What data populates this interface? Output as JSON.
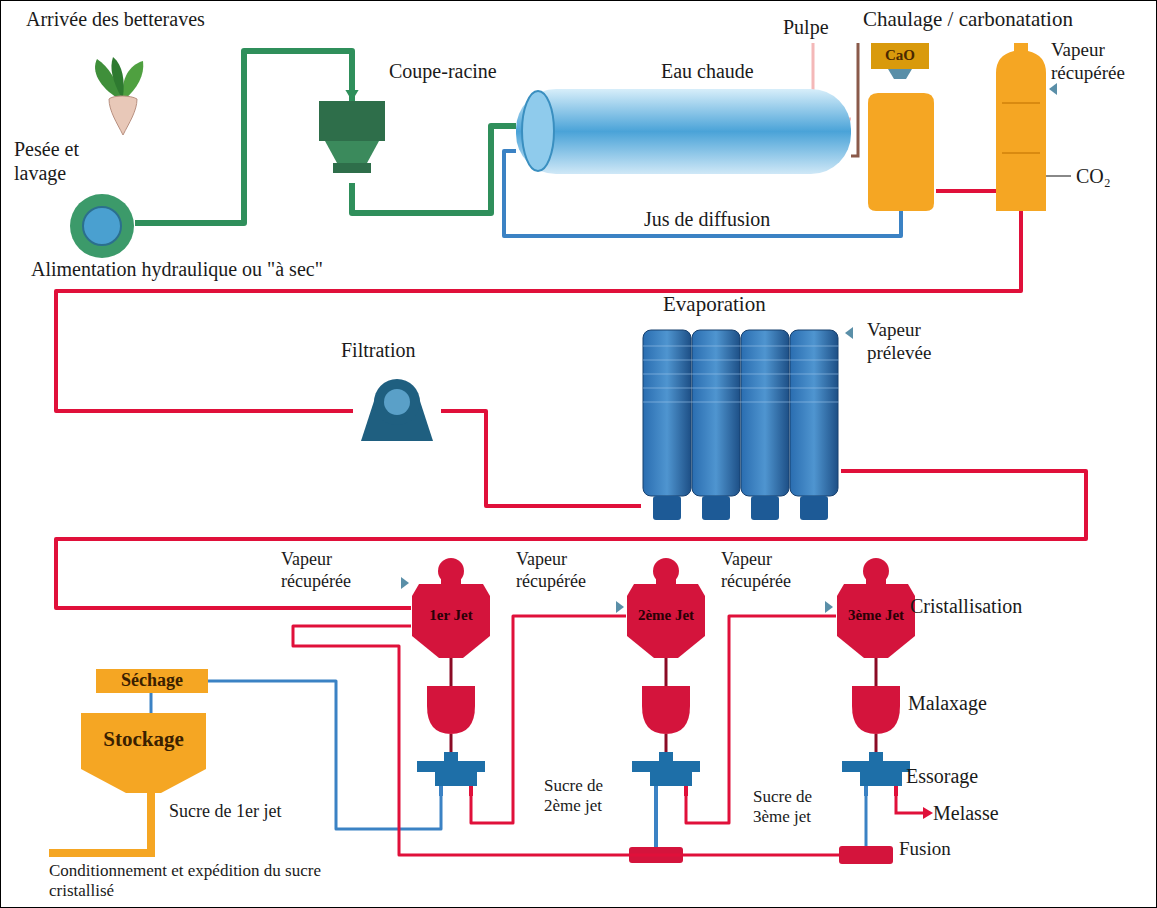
{
  "diagram": {
    "nodes": [
      {
        "text": [
          "Pesée et lavage"
        ]
      },
      {
        "text": [
          "Coupe-racine"
        ]
      },
      {
        "text": [
          "Eau chaude"
        ]
      },
      {
        "text": [
          "Chaulage / carbonatation",
          "CaO"
        ]
      },
      {
        "text": [
          "Vapeur récupérée"
        ]
      },
      {
        "text": [
          "Filtration"
        ]
      },
      {
        "text": [
          "Evaporation"
        ]
      },
      {
        "text": [
          "1er Jet"
        ]
      },
      {
        "text": [
          "2ème Jet",
          "Sucre de 2ème jet"
        ]
      },
      {
        "text": [
          "3ème Jet",
          "Cristallisation",
          "Malaxage",
          "Essorage"
        ]
      },
      {
        "text": [
          "Fusion"
        ]
      },
      {
        "text": [
          "Séchage"
        ]
      },
      {
        "text": [
          "Stockage"
        ]
      }
    ],
    "edges": [
      {
        "from": 0,
        "to": 1,
        "arrow": "to"
      },
      {
        "from": 1,
        "to": 2,
        "arrow": "none"
      },
      {
        "from": 2,
        "to": 3,
        "label": "Jus de diffusion",
        "arrow": "none"
      },
      {
        "from": 3,
        "to": 4,
        "arrow": "none"
      },
      {
        "from": 4,
        "to": 5,
        "arrow": "none"
      },
      {
        "from": 5,
        "to": 6,
        "arrow": "none"
      },
      {
        "from": 6,
        "to": 7,
        "arrow": "none"
      },
      {
        "from": 7,
        "to": 8,
        "arrow": "none"
      },
      {
        "from": 8,
        "to": 9,
        "arrow": "none"
      },
      {
        "from": 7,
        "to": 11,
        "arrow": "none"
      },
      {
        "from": 9,
        "to": 10,
        "arrow": "none"
      },
      {
        "from": 10,
        "to": 7,
        "arrow": "none"
      },
      {
        "from": 11,
        "to": 12,
        "arrow": "none"
      }
    ],
    "labels": [
      "Arrivée des betteraves",
      "Alimentation hydraulique ou \"à sec\"",
      "Pulpe",
      "CO₂",
      "Vapeur prélevée",
      "Vapeur récupérée",
      "Vapeur récupérée",
      "Vapeur récupérée",
      "Sucre de 3ème jet",
      "Melasse",
      "Sucre de 1er jet",
      "Conditionnement et expédition du sucre cristallisé"
    ]
  }
}
